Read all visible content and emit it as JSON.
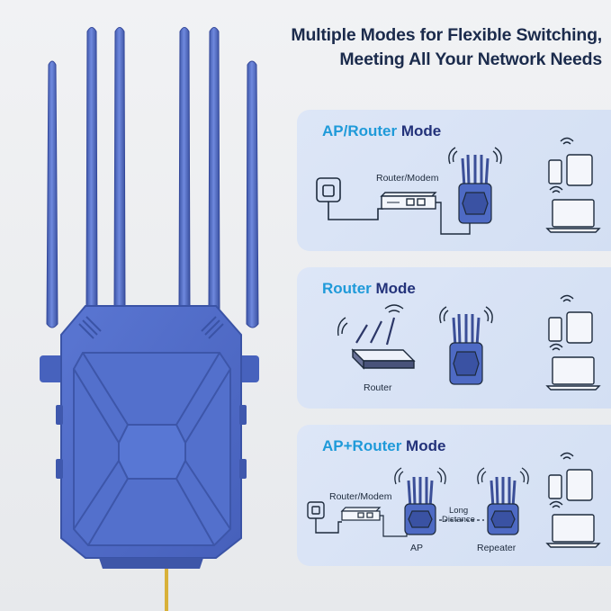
{
  "headline": {
    "line1": "Multiple Modes for Flexible Switching,",
    "line2": "Meeting All Your Network Needs"
  },
  "colors": {
    "device_blue": "#4f6bc6",
    "panel_bg": "#d8e2f5",
    "title_accent": "#1f9ad9",
    "title_dark": "#23327a",
    "headline": "#1b2b4c"
  },
  "panels": [
    {
      "title_part1": "AP/Router",
      "title_part2": " Mode",
      "labels": {
        "router_modem": "Router/Modem"
      }
    },
    {
      "title_part1": "Router",
      "title_part2": " Mode",
      "labels": {
        "router": "Router"
      }
    },
    {
      "title_part1": "AP+Router",
      "title_part2": " Mode",
      "labels": {
        "router_modem": "Router/Modem",
        "long_distance_1": "Long",
        "long_distance_2": "Distance",
        "ap": "AP",
        "repeater": "Repeater"
      }
    }
  ]
}
